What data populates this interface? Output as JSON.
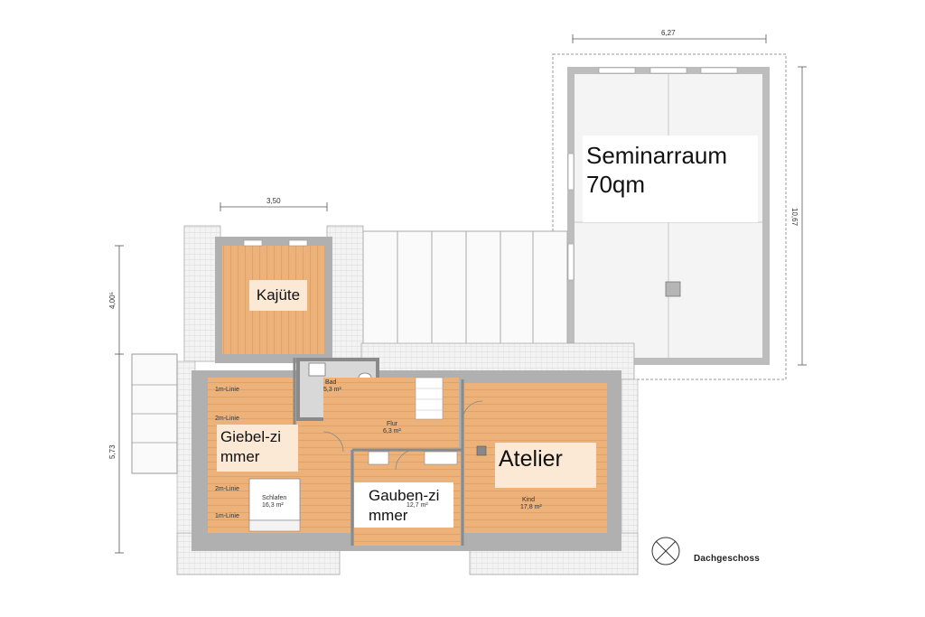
{
  "rooms": {
    "seminarraum": "Seminarraum 70qm",
    "kajuete": "Kajüte",
    "giebelzimmer": "Giebel-zimmer",
    "atelier": "Atelier",
    "gaubenzimmer": "Gauben-zimmer"
  },
  "small_labels": {
    "bad": "Bad",
    "bad_area": "5,3 m²",
    "flur": "Flur",
    "flur_area": "6,3 m²",
    "schlafen": "Schlafen",
    "schlafen_area": "16,3 m²",
    "kind": "Kind",
    "kind_area": "17,8 m²",
    "gauben_area": "12,7 m²",
    "line_1m": "1m-Linie",
    "line_2m": "2m-Linie"
  },
  "dimensions": {
    "top_width": "6,27",
    "kajuete_width": "3,50",
    "right_height": "10,67",
    "left_upper_height": "4,00⁵",
    "left_lower_height": "5,73"
  },
  "floor_title": "Dachgeschoss",
  "colors": {
    "wood": "#ecb27a",
    "wood_light": "#f4c899",
    "wall": "#9a9a9a",
    "roof": "#f1f1f1",
    "line": "#8a8a8a"
  }
}
